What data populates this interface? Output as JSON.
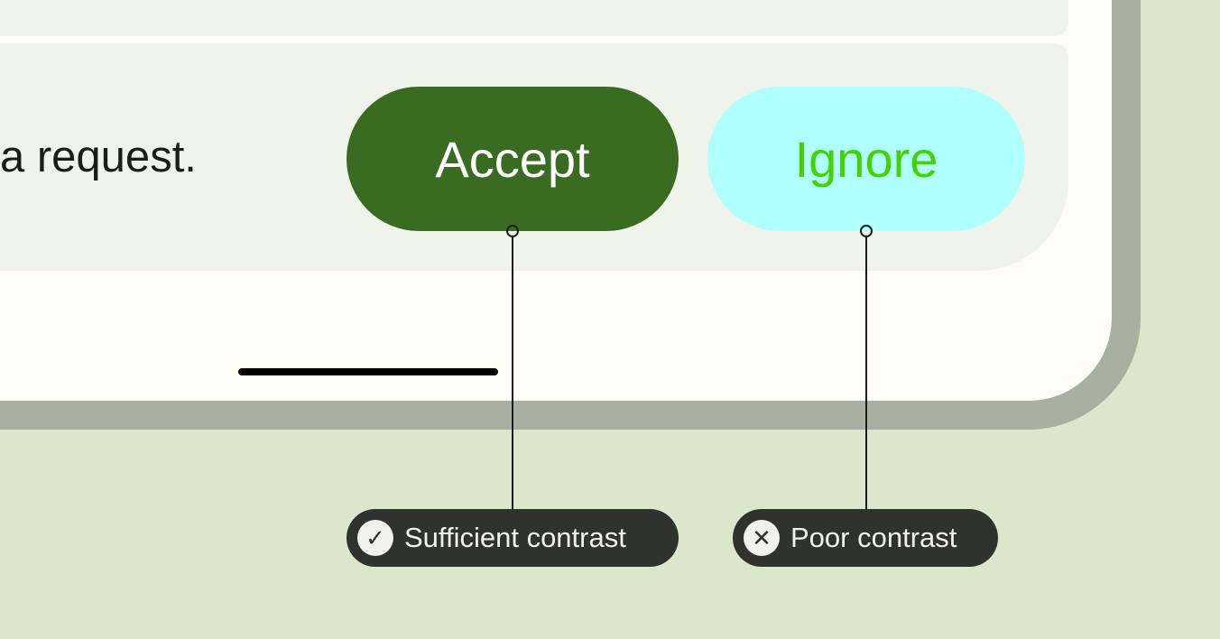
{
  "message": "a request.",
  "buttons": {
    "accept": "Accept",
    "ignore": "Ignore"
  },
  "annotations": [
    {
      "label": "Sufficient contrast",
      "icon": "check-circle-icon",
      "glyph": "✓"
    },
    {
      "label": "Poor contrast",
      "icon": "x-circle-icon",
      "glyph": "✕"
    }
  ],
  "colors": {
    "background": "#dae7cb",
    "accept_bg": "#396b20",
    "accept_text": "#ffffff",
    "ignore_bg": "#aefffe",
    "ignore_text": "#44d300",
    "pill_bg": "#30322d"
  }
}
